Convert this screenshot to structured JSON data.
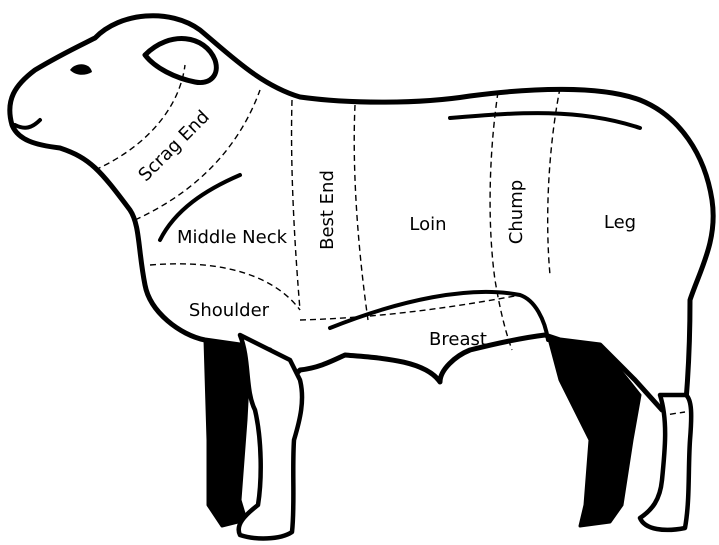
{
  "cuts": {
    "scrag_end": "Scrag End",
    "middle_neck": "Middle Neck",
    "best_end": "Best End",
    "loin": "Loin",
    "chump": "Chump",
    "leg": "Leg",
    "shoulder": "Shoulder",
    "breast": "Breast"
  }
}
